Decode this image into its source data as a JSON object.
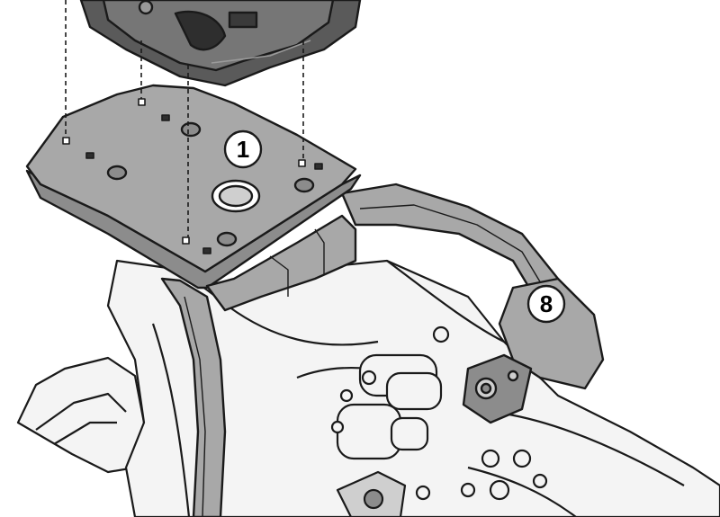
{
  "diagram": {
    "callouts": [
      {
        "id": "rack-plate",
        "label": "1"
      },
      {
        "id": "side-bracket",
        "label": "8"
      }
    ],
    "colors": {
      "line": "#1a1a1a",
      "metal_fill": "#a8a8a8",
      "metal_dark": "#8c8c8c",
      "bodywork_fill": "#f4f4f4",
      "case_fill": "#5a5a5a",
      "callout_fill": "#ffffff"
    }
  }
}
